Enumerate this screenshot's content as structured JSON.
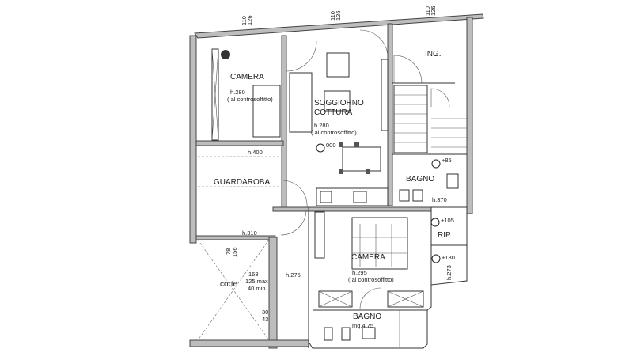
{
  "plan": {
    "dimensions_top": [
      {
        "a": "110",
        "b": "126"
      },
      {
        "a": "110",
        "b": "126"
      },
      {
        "a": "110",
        "b": "126"
      }
    ],
    "rooms": {
      "camera_top": {
        "name": "CAMERA",
        "height": "h.280",
        "note": "( al controsoffitto)"
      },
      "soggiorno": {
        "name1": "SOGGIORNO",
        "name2": "COTTURA",
        "height": "h.280",
        "note": "( al controsoffitto)",
        "level": "000"
      },
      "ingresso": {
        "name": "ING."
      },
      "guardaroba": {
        "name": "GUARDAROBA",
        "height_top": "h.400",
        "height": "h.310"
      },
      "bagno_top": {
        "name": "BAGNO",
        "level": "+85",
        "height": "h.370"
      },
      "ripostiglio": {
        "name": "RIP.",
        "level1": "+105",
        "level2": "+180",
        "height": "h.273"
      },
      "camera_bottom": {
        "name": "CAMERA",
        "height": "h.295",
        "note": "( al controsoffitto)"
      },
      "bagno_bottom": {
        "name": "BAGNO",
        "area": "mq.4,75"
      },
      "corte": {
        "name": "corte",
        "d1": "168",
        "d2": "125 max",
        "d3": "40 min",
        "d4": "30",
        "d5": "43",
        "w1": "78",
        "w2": "156",
        "height": "h.275"
      }
    }
  }
}
